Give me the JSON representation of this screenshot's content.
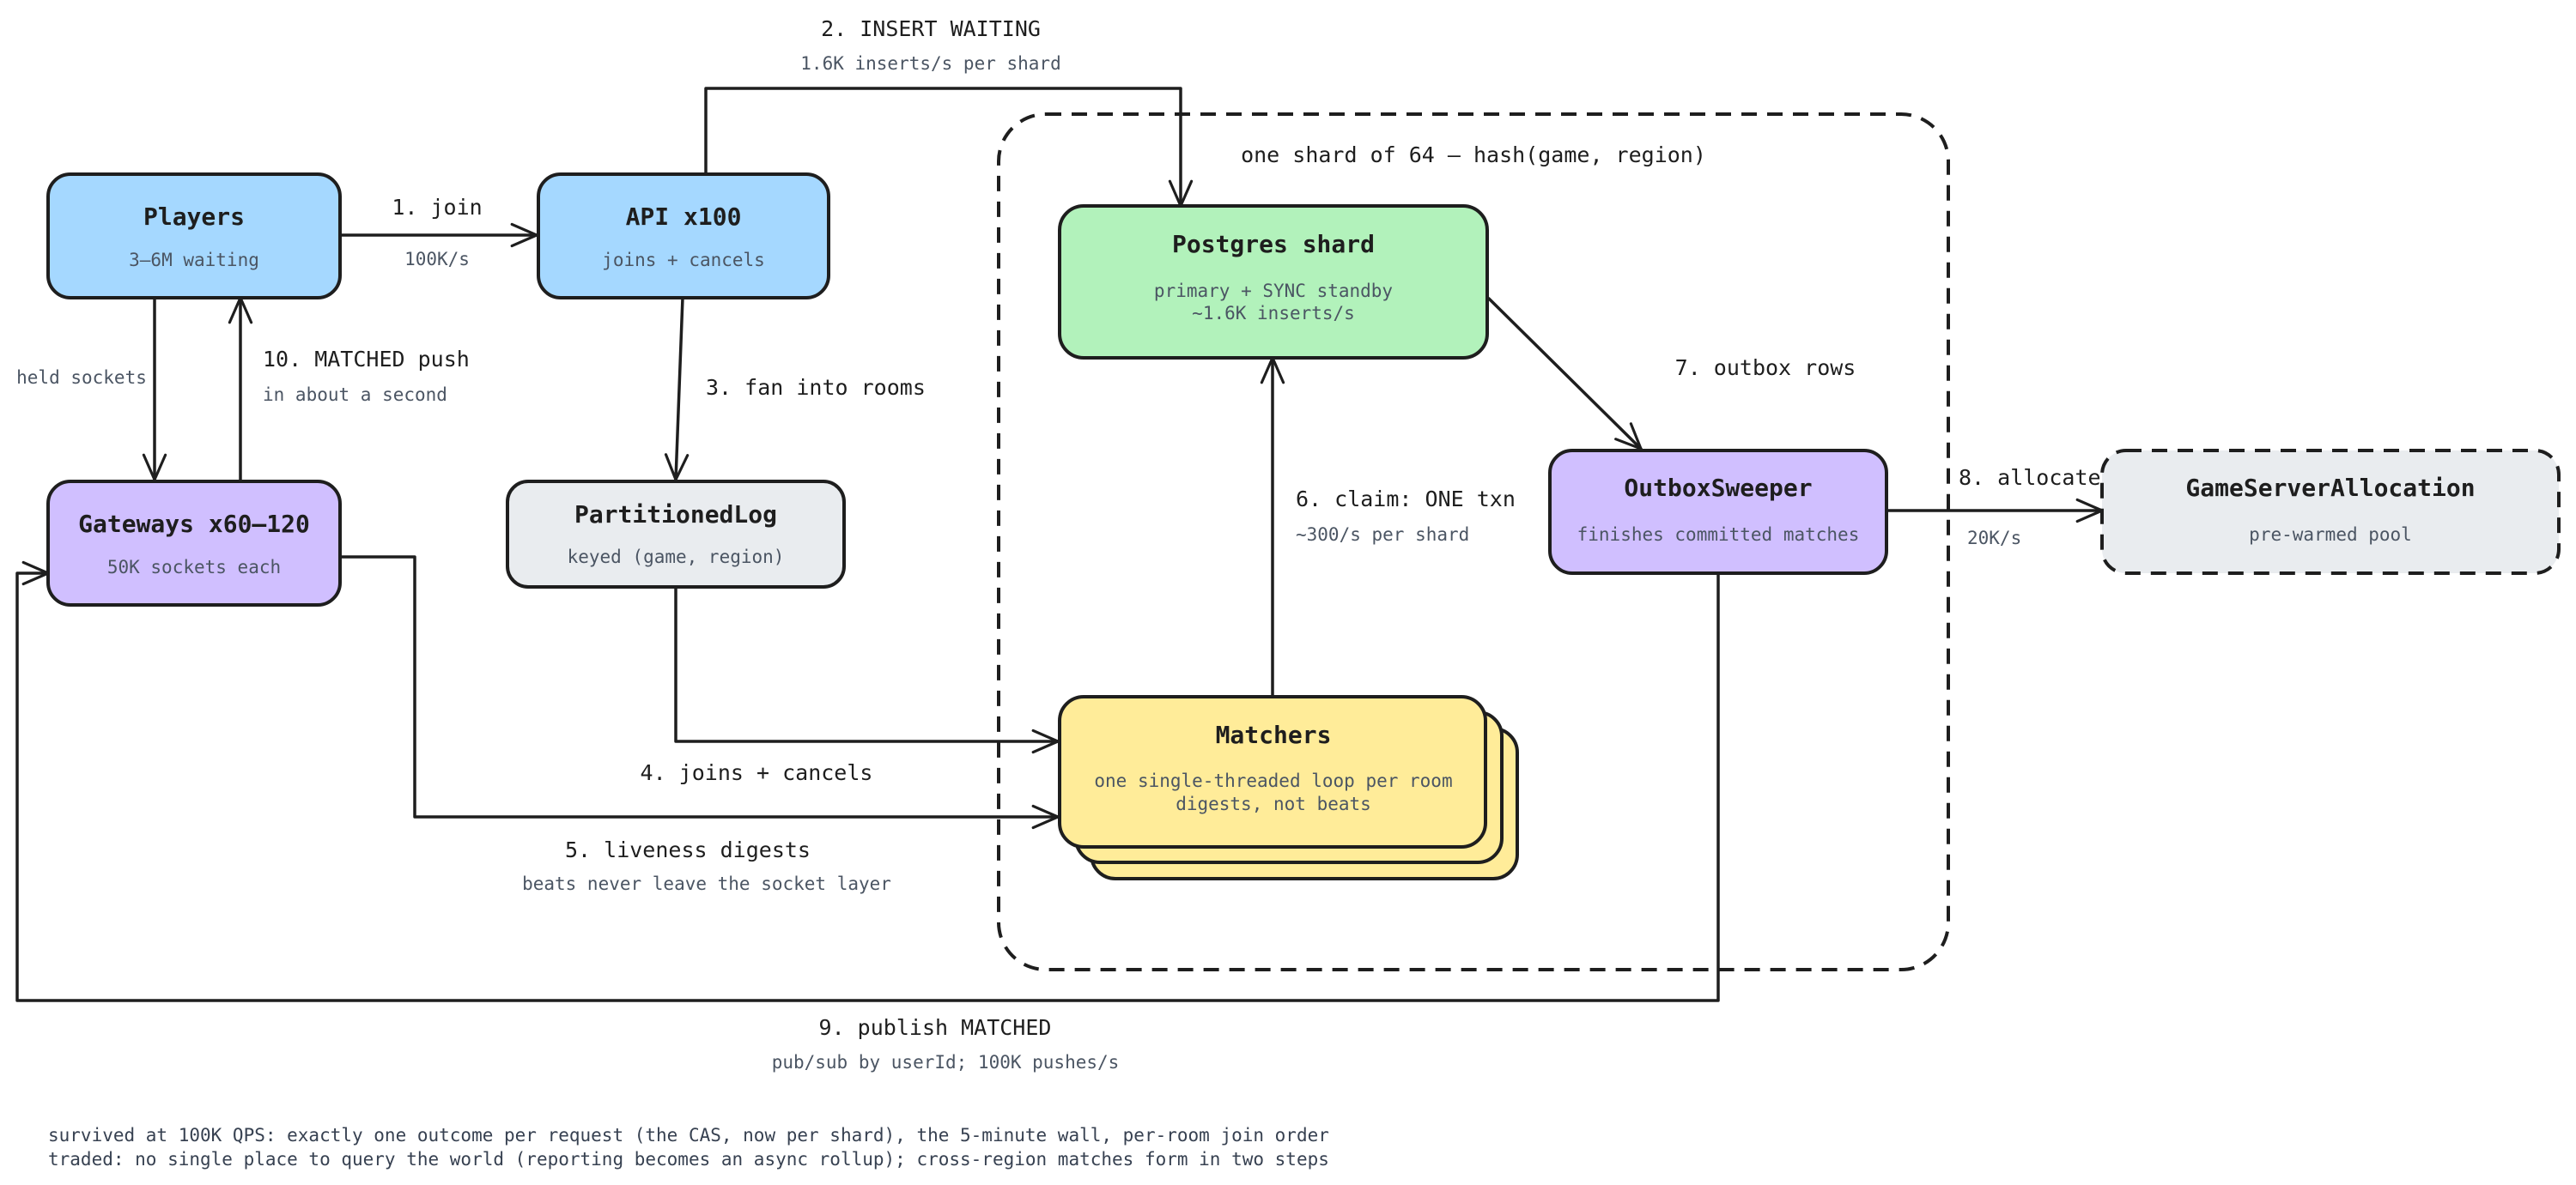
{
  "nodes": {
    "players": {
      "title": "Players",
      "sub": "3–6M waiting"
    },
    "api": {
      "title": "API x100",
      "sub": "joins + cancels"
    },
    "gateways": {
      "title": "Gateways x60–120",
      "sub": "50K sockets each"
    },
    "partitioned_log": {
      "title": "PartitionedLog",
      "sub": "keyed (game, region)"
    },
    "postgres": {
      "title": "Postgres shard",
      "sub1": "primary + SYNC standby",
      "sub2": "~1.6K inserts/s"
    },
    "matchers": {
      "title": "Matchers",
      "sub1": "one single-threaded loop per room",
      "sub2": "digests, not beats"
    },
    "outbox": {
      "title": "OutboxSweeper",
      "sub": "finishes committed matches"
    },
    "gsa": {
      "title": "GameServerAllocation",
      "sub": "pre-warmed pool"
    }
  },
  "group": {
    "label": "one shard of 64 – hash(game, region)"
  },
  "edges": {
    "join": {
      "label": "1. join",
      "note": "100K/s"
    },
    "insert": {
      "label": "2. INSERT WAITING",
      "note": "1.6K inserts/s per shard"
    },
    "fan": {
      "label": "3. fan into rooms"
    },
    "joins_cancels": {
      "label": "4. joins + cancels"
    },
    "liveness": {
      "label": "5. liveness digests",
      "note": "beats never leave the socket layer"
    },
    "claim": {
      "label": "6. claim: ONE txn",
      "note": "~300/s per shard"
    },
    "outbox_rows": {
      "label": "7. outbox rows"
    },
    "allocate": {
      "label": "8. allocate",
      "note": "20K/s"
    },
    "publish": {
      "label": "9. publish MATCHED",
      "note": "pub/sub by userId; 100K pushes/s"
    },
    "matched_push": {
      "label": "10. MATCHED push",
      "note": "in about a second"
    },
    "held": {
      "label": "held sockets"
    }
  },
  "footer": {
    "line1": "survived at 100K QPS: exactly one outcome per request (the CAS, now per shard), the 5-minute wall, per-room join order",
    "line2": "traded: no single place to query the world (reporting becomes an async rollup); cross-region matches form in two steps"
  },
  "colors": {
    "blue": "#a5d8ff",
    "purple": "#d0bfff",
    "green": "#b2f2bb",
    "yellow": "#ffec99",
    "gray": "#e9ecef",
    "stroke": "#1e1e1e"
  }
}
